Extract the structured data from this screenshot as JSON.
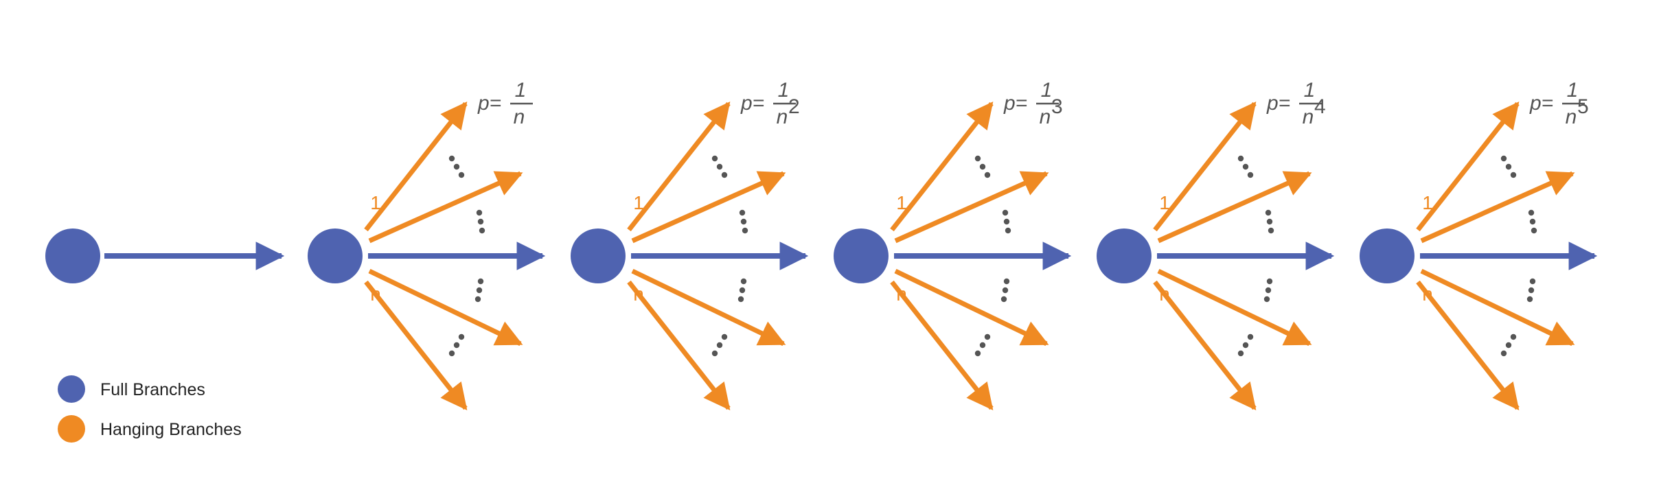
{
  "colors": {
    "full": "#4f63b0",
    "hanging": "#ef8a23",
    "dots": "#555555",
    "text": "#222222"
  },
  "stages": [
    {
      "top_label": "1",
      "bottom_label": "n",
      "p_prefix": "p=",
      "numerator": "1",
      "denominator": "n",
      "exponent": ""
    },
    {
      "top_label": "1",
      "bottom_label": "n",
      "p_prefix": "p=",
      "numerator": "1",
      "denominator": "n",
      "exponent": "2"
    },
    {
      "top_label": "1",
      "bottom_label": "n",
      "p_prefix": "p=",
      "numerator": "1",
      "denominator": "n",
      "exponent": "3"
    },
    {
      "top_label": "1",
      "bottom_label": "n",
      "p_prefix": "p=",
      "numerator": "1",
      "denominator": "n",
      "exponent": "4"
    },
    {
      "top_label": "1",
      "bottom_label": "n",
      "p_prefix": "p=",
      "numerator": "1",
      "denominator": "n",
      "exponent": "5"
    }
  ],
  "legend": {
    "full_label": "Full Branches",
    "hanging_label": "Hanging Branches"
  }
}
